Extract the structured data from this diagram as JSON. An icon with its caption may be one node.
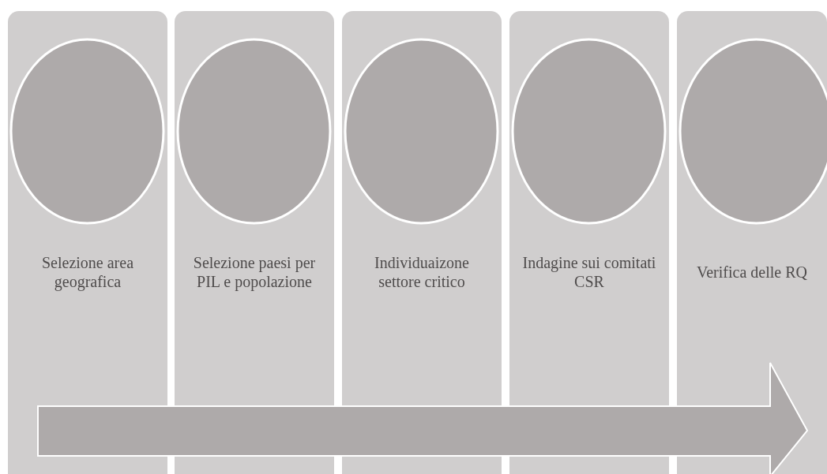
{
  "diagram": {
    "nodes": [
      {
        "text": [
          "Selezione area geografica"
        ]
      },
      {
        "text": [],
        "shape": "circle",
        "in": 0
      },
      {
        "text": [
          "Selezione paesi per PIL e popolazione"
        ]
      },
      {
        "text": [],
        "shape": "circle",
        "in": 2
      },
      {
        "text": [
          "Individuaizone settore critico"
        ]
      },
      {
        "text": [],
        "shape": "circle",
        "in": 4
      },
      {
        "text": [
          "Indagine sui comitati CSR"
        ]
      },
      {
        "text": [],
        "shape": "circle",
        "in": 6
      },
      {
        "text": [
          "Verifica delle RQ"
        ]
      },
      {
        "text": [],
        "shape": "circle",
        "in": 8
      }
    ]
  }
}
